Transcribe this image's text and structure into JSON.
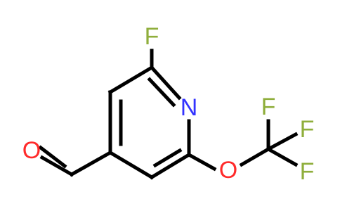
{
  "molecule": {
    "atoms": {
      "fluorine_top": {
        "symbol": "F"
      },
      "nitrogen": {
        "symbol": "N"
      },
      "oxygen_ether": {
        "symbol": "O"
      },
      "oxygen_aldehyde": {
        "symbol": "O"
      },
      "fluorine_cf3_top": {
        "symbol": "F"
      },
      "fluorine_cf3_right": {
        "symbol": "F"
      },
      "fluorine_cf3_bottom": {
        "symbol": "F"
      }
    }
  },
  "colors": {
    "fluorine": "#8FAE3B",
    "nitrogen": "#3333FF",
    "oxygen": "#FF2A2A",
    "bond": "#000000"
  }
}
